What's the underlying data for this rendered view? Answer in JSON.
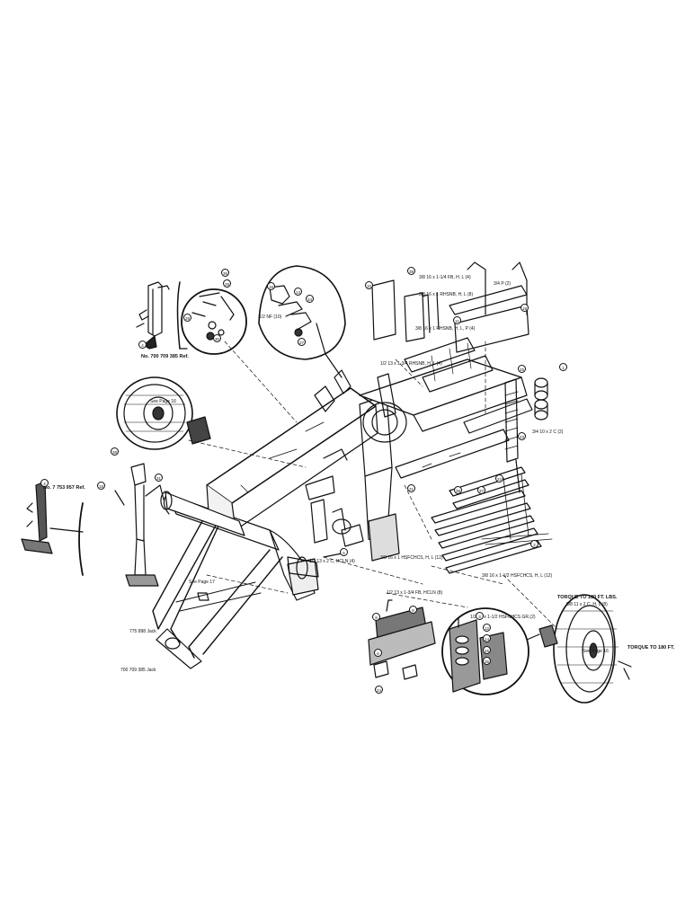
{
  "ref_top_jack": "No. 700 709 385 Ref.",
  "ref_left_jack": "No. 7 753 957 Ref.",
  "see_page_16": "See Page 16",
  "see_page_17": "See Page 17",
  "see_page_16_b": "See Page 16",
  "hw": {
    "h1": "3/8 16 x 1-1/4 FB, H, L (4)",
    "h2": "3/8 16 x 1 RHSNB, H, L (8)",
    "h3": "3/8 16 x 1 RHSNB, H, L, P (4)",
    "h4": "1/2 13 x 1-3/4 RHSNB, H, L (4)",
    "h5": "3/4 P (2)",
    "h6": "3/4 10 x 2 C (2)",
    "h7": "1/2 NF (10)",
    "h8": "1/2 13 x 2 C, HCLN (4)",
    "h9": "3/8 16 x 1 HSFCHCS, H, L (12)",
    "h10": "3/8 16 x 1-1/2 HSFCHCS, H, L (12)",
    "h11": "1/2 13 x 1-3/4 FB, HCLN (8)",
    "h12": "1/2 13 x 1-1/2 HSFCHCS GR.(2)",
    "torque1": "TORQUE TO 180 FT. LBS.",
    "torque1b": "5/8 11 x 2 C, H, L (8)",
    "torque2": "TORQUE TO 180 FT.",
    "jack1": "775 898 Jack",
    "jack2": "700 709 385 Jack"
  },
  "callouts": {
    "c_t1": "35",
    "c_t2": "28",
    "c_t3": "4",
    "c_t4": "16",
    "c_t5": "13",
    "c_t6": "34",
    "c_t7": "27",
    "c_t8": "29",
    "c_t9": "30",
    "c_r1": "39",
    "c_r2": "10",
    "c_r3": "11",
    "c_r4": "19",
    "c_r5": "25",
    "c_r6": "1",
    "c_r7": "23",
    "c_r8": "21",
    "c_l1": "4",
    "c_l2": "38",
    "c_l3": "18",
    "c_l4": "31",
    "c_m1": "5",
    "c_m2": "38",
    "c_m3": "37",
    "c_m4": "22",
    "c_m5": "2",
    "c_b1": "9",
    "c_b2": "8",
    "c_b3": "6",
    "c_b4": "3",
    "c_b5": "12",
    "c_b6": "14",
    "c_b7": "26",
    "c_b8": "36",
    "c_b9": "24"
  }
}
